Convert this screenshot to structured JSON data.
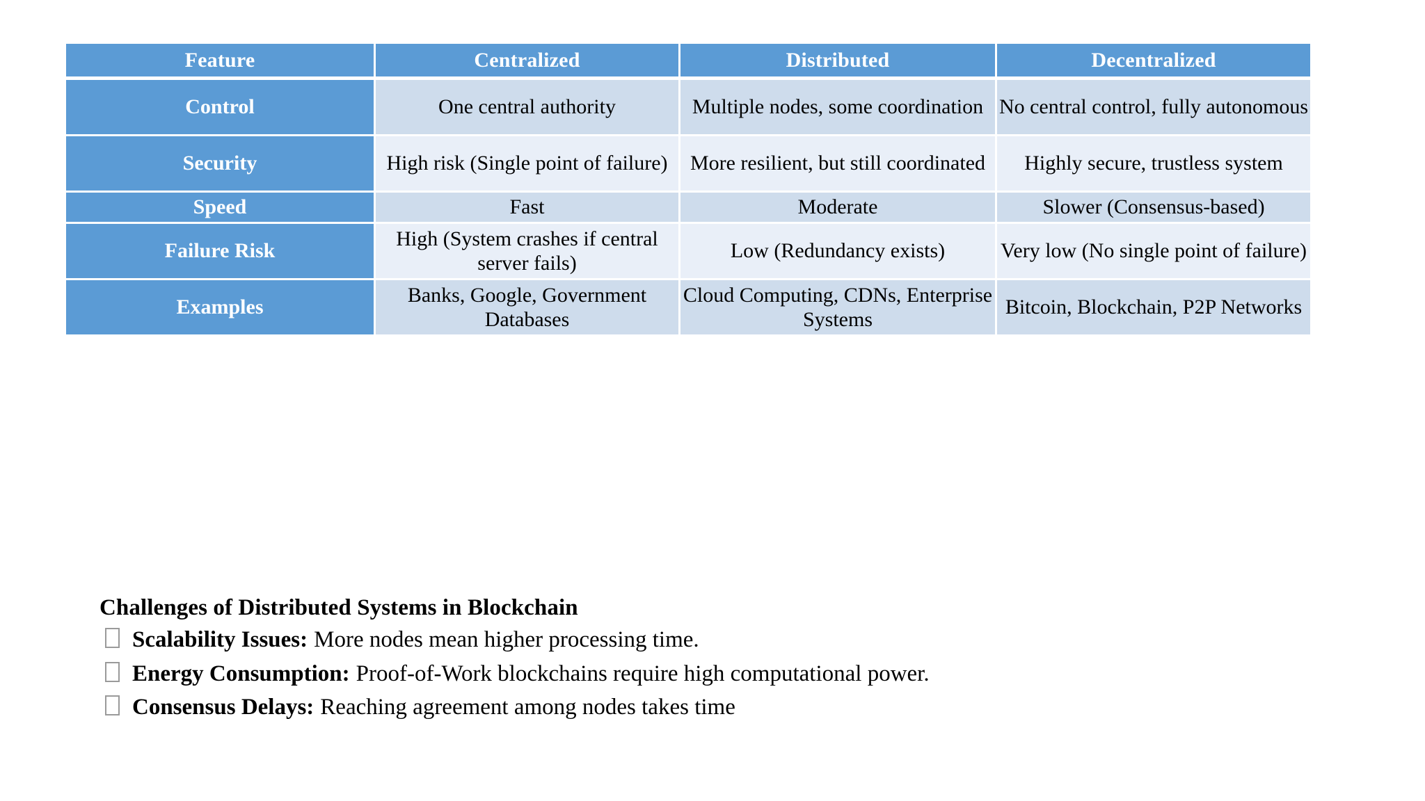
{
  "table": {
    "columns": [
      "Feature",
      "Centralized",
      "Distributed",
      "Decentralized"
    ],
    "rows": [
      {
        "feature": "Control",
        "centralized": "One central authority",
        "distributed": "Multiple nodes, some coordination",
        "decentralized": "No central control, fully autonomous"
      },
      {
        "feature": "Security",
        "centralized": "High risk (Single point of failure)",
        "distributed": "More resilient, but still coordinated",
        "decentralized": "Highly secure, trustless system"
      },
      {
        "feature": "Speed",
        "centralized": "Fast",
        "distributed": "Moderate",
        "decentralized": "Slower (Consensus-based)"
      },
      {
        "feature": "Failure Risk",
        "centralized": "High (System crashes if central server fails)",
        "distributed": "Low (Redundancy exists)",
        "decentralized": "Very low (No single point of failure)"
      },
      {
        "feature": "Examples",
        "centralized": "Banks, Google, Government Databases",
        "distributed": "Cloud Computing, CDNs, Enterprise Systems",
        "decentralized": "Bitcoin, Blockchain, P2P Networks"
      }
    ]
  },
  "challenges": {
    "title": "Challenges of Distributed Systems in Blockchain",
    "bullet_marker": "missing-glyph-box",
    "items": [
      {
        "term": "Scalability Issues:",
        "description": "More nodes mean higher processing time."
      },
      {
        "term": "Energy Consumption:",
        "description": "Proof-of-Work blockchains require high computational power."
      },
      {
        "term": "Consensus Delays:",
        "description": "Reaching agreement among nodes takes time"
      }
    ]
  },
  "colors": {
    "header_blue": "#5B9BD5",
    "band_dark": "#CEDCEC",
    "band_light": "#E9EFF8",
    "page_background": "#FFFFFF",
    "text": "#000000",
    "header_text": "#FFFFFF"
  }
}
